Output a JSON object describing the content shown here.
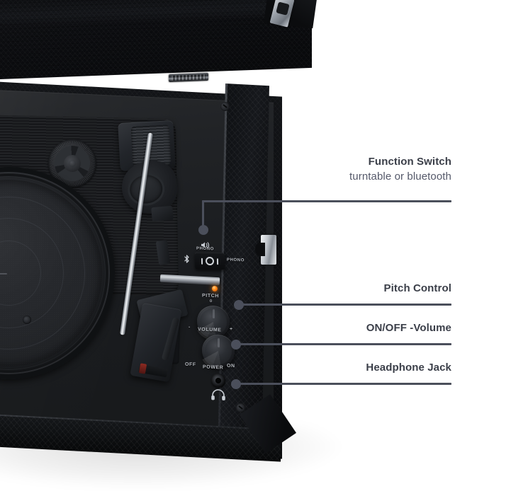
{
  "product": {
    "type": "suitcase-record-player",
    "description": "Black textured portable turntable in open suitcase case, annotated diagram"
  },
  "callouts": [
    {
      "id": "function-switch",
      "title": "Function Switch",
      "subtitle": "turntable or bluetooth"
    },
    {
      "id": "pitch-control",
      "title": "Pitch Control",
      "subtitle": ""
    },
    {
      "id": "on-off-volume",
      "title": "ON/OFF -Volume",
      "subtitle": ""
    },
    {
      "id": "headphone-jack",
      "title": "Headphone Jack",
      "subtitle": ""
    }
  ],
  "panel": {
    "phono_top_label": "PHONO",
    "phono_right_label": "PHONO",
    "pitch_label": "PITCH",
    "pitch_value": "0",
    "volume_label": "VOLUME",
    "volume_minus": "-",
    "volume_plus": "+",
    "power_label": "POWER",
    "power_off": "OFF",
    "power_on": "ON",
    "speaker_icon": "speaker-icon",
    "bluetooth_icon": "bluetooth-icon",
    "headphone_icon": "headphone-icon"
  },
  "colors": {
    "callout_line": "#4b4f5b",
    "title_text": "#3b3f49",
    "subtitle_text": "#55596a",
    "background": "#ffffff",
    "case_black": "#0d0e11",
    "led_orange": "#ff8a1a"
  }
}
